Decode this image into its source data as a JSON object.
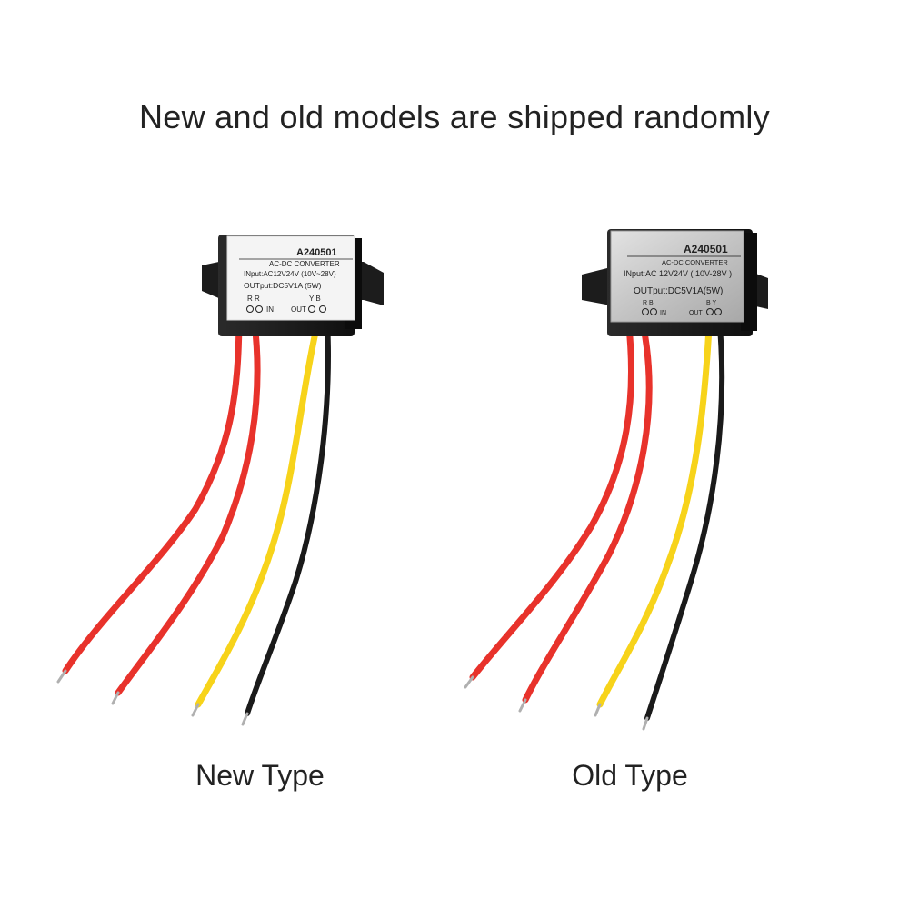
{
  "headline": "New and old models are shipped randomly",
  "products": {
    "new": {
      "caption": "New Type",
      "model": "A240501",
      "kind": "AC-DC  CONVERTER",
      "input": "INput:AC12V24V  (10V~28V)",
      "output": "OUTput:DC5V1A  (5W)",
      "in_wires": "R R",
      "out_wires": "Y B",
      "in_label": "IN",
      "out_label": "OUT"
    },
    "old": {
      "caption": "Old Type",
      "model": "A240501",
      "kind": "AC-DC   CONVERTER",
      "input": "INput:AC 12V24V  ( 10V-28V )",
      "output": "OUTput:DC5V1A(5W)",
      "in_wires": "R B",
      "out_wires": "B Y",
      "in_label": "IN",
      "out_label": "OUT"
    }
  },
  "colors": {
    "red_wire": "#e8322b",
    "yellow_wire": "#f7d31a",
    "black_wire": "#1a1a1a",
    "case": "#1e1e1e",
    "new_label": "#f4f4f4",
    "old_label": "#c9c9c9"
  }
}
